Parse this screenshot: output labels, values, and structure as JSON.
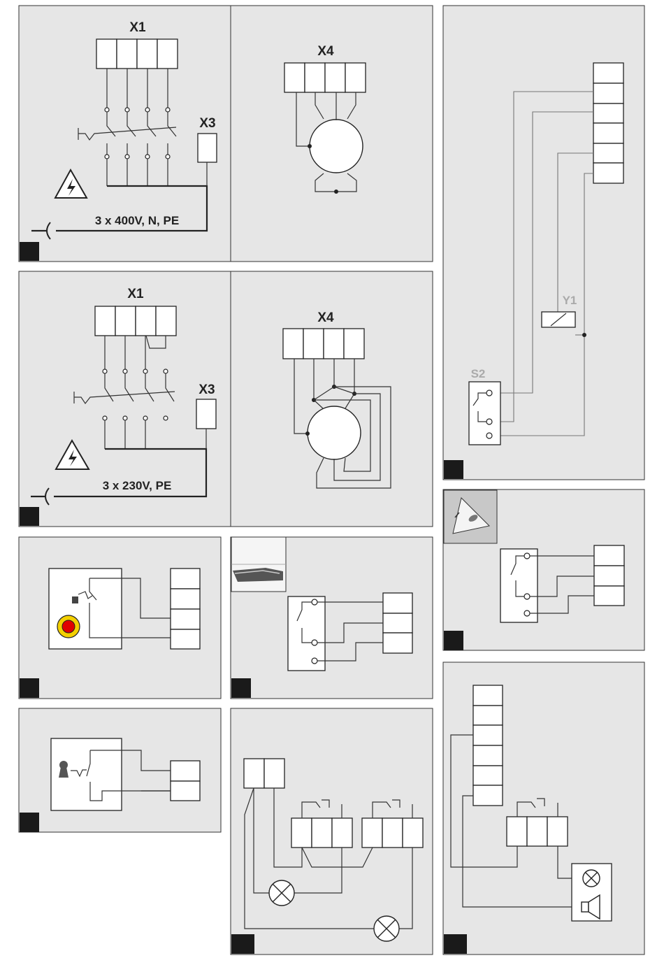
{
  "panels": {
    "p1": {
      "x1": "X1",
      "x3": "X3",
      "supply": "3 x 400V, N, PE"
    },
    "p2": {
      "x4": "X4"
    },
    "p3": {
      "x1": "X1",
      "x3": "X3",
      "supply": "3 x 230V, PE"
    },
    "p4": {
      "x4": "X4"
    },
    "p5": {
      "y1": "Y1",
      "s2": "S2"
    }
  },
  "colors": {
    "panel_bg": "#e6e6e6",
    "emergency_red": "#e00000",
    "emergency_yellow": "#f4d000",
    "label_grey": "#aaaaaa"
  },
  "icons": [
    "warning-lightning-icon",
    "emergency-stop-icon",
    "key-switch-icon",
    "lamp-icon",
    "horn-icon",
    "plug-icon",
    "light-barrier-icon",
    "pull-switch-icon"
  ]
}
